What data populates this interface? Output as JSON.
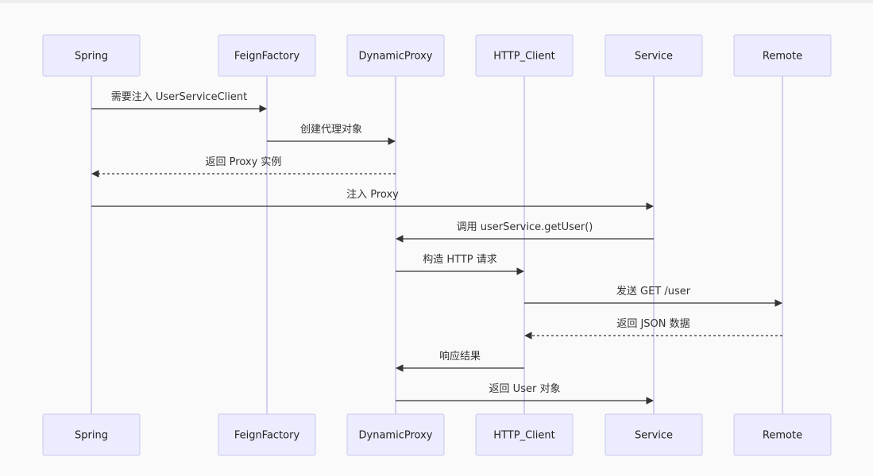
{
  "actors": [
    {
      "id": "spring",
      "label": "Spring"
    },
    {
      "id": "feignfactory",
      "label": "FeignFactory"
    },
    {
      "id": "dynamicproxy",
      "label": "DynamicProxy"
    },
    {
      "id": "http_client",
      "label": "HTTP_Client"
    },
    {
      "id": "service",
      "label": "Service"
    },
    {
      "id": "remote",
      "label": "Remote"
    }
  ],
  "messages": [
    {
      "from": 0,
      "to": 1,
      "label": "需要注入 UserServiceClient",
      "style": "solid"
    },
    {
      "from": 1,
      "to": 2,
      "label": "创建代理对象",
      "style": "solid"
    },
    {
      "from": 2,
      "to": 0,
      "label": "返回 Proxy 实例",
      "style": "dashed"
    },
    {
      "from": 0,
      "to": 4,
      "label": "注入 Proxy",
      "style": "solid"
    },
    {
      "from": 4,
      "to": 2,
      "label": "调用 userService.getUser()",
      "style": "solid"
    },
    {
      "from": 2,
      "to": 3,
      "label": "构造 HTTP 请求",
      "style": "solid"
    },
    {
      "from": 3,
      "to": 5,
      "label": "发送 GET /user",
      "style": "solid"
    },
    {
      "from": 5,
      "to": 3,
      "label": "返回 JSON 数据",
      "style": "dashed"
    },
    {
      "from": 3,
      "to": 2,
      "label": "响应结果",
      "style": "solid"
    },
    {
      "from": 2,
      "to": 4,
      "label": "返回 User 对象",
      "style": "solid"
    }
  ]
}
